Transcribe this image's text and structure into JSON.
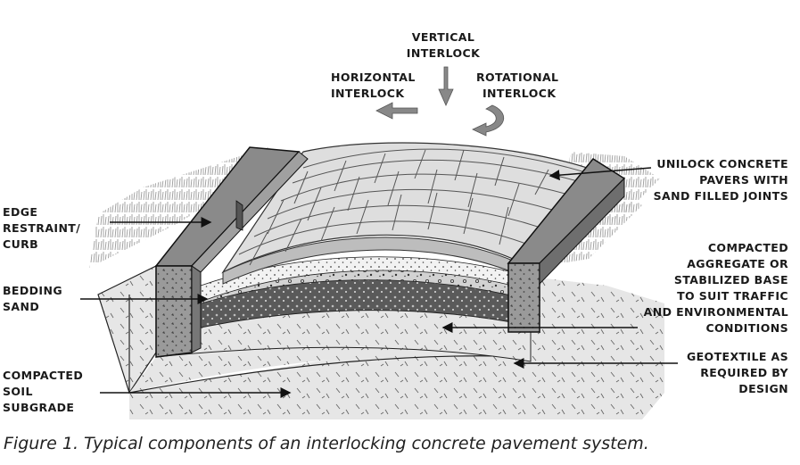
{
  "labels": {
    "vertical": [
      "VERTICAL",
      "INTERLOCK"
    ],
    "horizontal": [
      "HORIZONTAL",
      "INTERLOCK"
    ],
    "rotational": [
      "ROTATIONAL",
      "INTERLOCK"
    ],
    "pavers": [
      "UNILOCK CONCRETE",
      "PAVERS WITH",
      "SAND FILLED JOINTS"
    ],
    "edge": [
      "EDGE",
      "RESTRAINT/",
      "CURB"
    ],
    "bedding": [
      "BEDDING",
      "SAND"
    ],
    "base": [
      "COMPACTED",
      "AGGREGATE  OR",
      "STABILIZED BASE",
      "TO SUIT TRAFFIC",
      "AND ENVIRONMENTAL",
      "CONDITIONS"
    ],
    "geotextile": [
      "GEOTEXTILE AS",
      "REQUIRED BY",
      "DESIGN"
    ],
    "subgrade": [
      "COMPACTED",
      "SOIL",
      "SUBGRADE"
    ]
  },
  "caption": "Figure 1. Typical components of an interlocking concrete pavement system.",
  "colors": {
    "pavers": "#d9d9d9",
    "paver_joints": "#555555",
    "curb_top": "#8a8a8a",
    "curb_face": "#a8a8a8",
    "bedding": "#efefef",
    "base": "#cfcfcf",
    "base_dark": "#4a4a4a",
    "subgrade": "#e4e4e4",
    "grass": "#bdbdbd"
  }
}
